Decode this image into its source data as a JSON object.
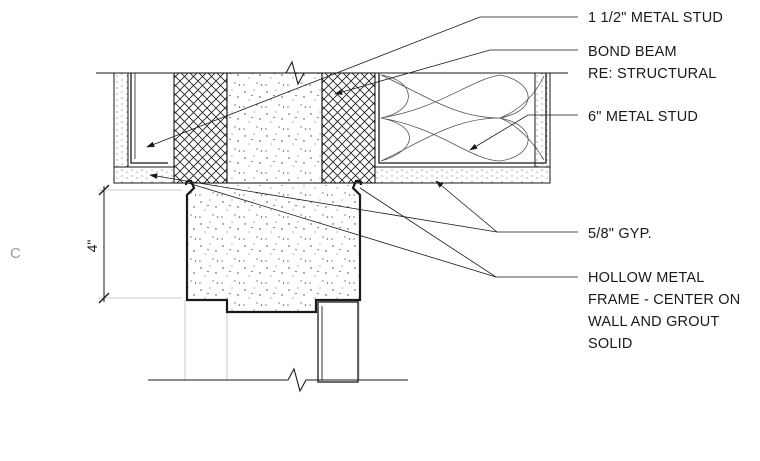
{
  "detail_marker": "C",
  "dimension": "4\"",
  "callouts": {
    "stud_1_5": "1 1/2\" METAL STUD",
    "bond_beam_line1": "BOND BEAM",
    "bond_beam_line2": "RE: STRUCTURAL",
    "stud_6": "6\" METAL STUD",
    "gyp": "5/8\" GYP.",
    "frame_line1": "HOLLOW METAL",
    "frame_line2": "FRAME - CENTER ON",
    "frame_line3": "WALL AND GROUT",
    "frame_line4": "SOLID"
  },
  "colors": {
    "ink": "#1a1a1a",
    "guide": "#bdbdbd",
    "marker": "#9a9a9a"
  }
}
